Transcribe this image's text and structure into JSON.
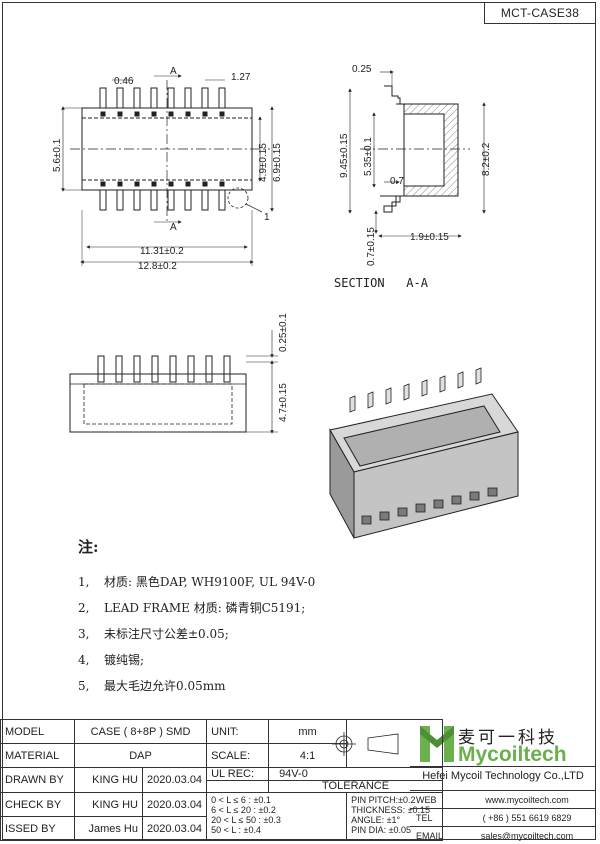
{
  "drawing_code": "MCT-CASE38",
  "dimensions": {
    "top_view": {
      "pin_width": "0.46",
      "pitch": "1.27",
      "height": "5.6±0.1",
      "inner_height_1": "4.9±0.15",
      "inner_height_2": "6.9±0.15",
      "width_inner": "11.31±0.2",
      "width_outer": "12.8±0.2",
      "section_mark": "A",
      "detail_mark": "1"
    },
    "section": {
      "top_offset": "0.25",
      "total_height": "9.45±0.15",
      "inner_height": "5.35±0.1",
      "recess": "0.7",
      "depth": "8.2±0.2",
      "pin_offset": "1.9±0.15",
      "bottom_offset": "0.7±0.15",
      "label": "SECTION   A-A"
    },
    "side_view": {
      "pin_top": "0.25±0.1",
      "body_height": "4.7±0.15"
    }
  },
  "notes": {
    "heading": "注:",
    "items": [
      {
        "num": "1,",
        "text": "材质: 黑色DAP,  WH9100F,  UL 94V-0"
      },
      {
        "num": "2,",
        "text": "LEAD FRAME 材质: 磷青铜C5191;"
      },
      {
        "num": "3,",
        "text": "未标注尺寸公差±0.05;"
      },
      {
        "num": "4,",
        "text": "镀纯锡;"
      },
      {
        "num": "5,",
        "text": "最大毛边允许0.05mm"
      }
    ]
  },
  "title_block": {
    "model_label": "MODEL",
    "model_value": "CASE ( 8+8P ) SMD",
    "unit_label": "UNIT:",
    "unit_value": "mm",
    "material_label": "MATERIAL",
    "material_value": "DAP",
    "scale_label": "SCALE:",
    "scale_value": "4:1",
    "ul_label": "UL REC:",
    "ul_value": "94V-0",
    "tolerance_label": "TOLERANCE",
    "drawn_label": "DRAWN BY",
    "drawn_name": "KING HU",
    "drawn_date": "2020.03.04",
    "check_label": "CHECK BY",
    "check_name": "KING HU",
    "check_date": "2020.03.04",
    "issued_label": "ISSED BY",
    "issued_name": "James Hu",
    "issued_date": "2020.03.04",
    "tol_length_1": "0 < L ≤ 6 : ±0.1",
    "tol_length_2": "6 < L ≤ 20 : ±0.2",
    "tol_length_3": "20 < L ≤ 50 : ±0.3",
    "tol_length_4": "50 < L : ±0.4",
    "tol_other_1": "PIN PITCH:±0.2",
    "tol_other_2": "THICKNESS: ±0.15",
    "tol_other_3": "ANGLE: ±1°",
    "tol_other_4": "PIN DIA: ±0.05"
  },
  "company": {
    "name_cn": "麦可一科技",
    "name_en": "Mycoiltech",
    "full_name": "Hefei Mycoil Technology Co.,LTD",
    "web_label": "WEB",
    "web_value": "www.mycoiltech.com",
    "tel_label": "TEL",
    "tel_value": "( +86 ) 551 6619 6829",
    "email_label": "EMAIL",
    "email_value": "sales@mycoiltech.com",
    "brand_color": "#6ab04c"
  }
}
